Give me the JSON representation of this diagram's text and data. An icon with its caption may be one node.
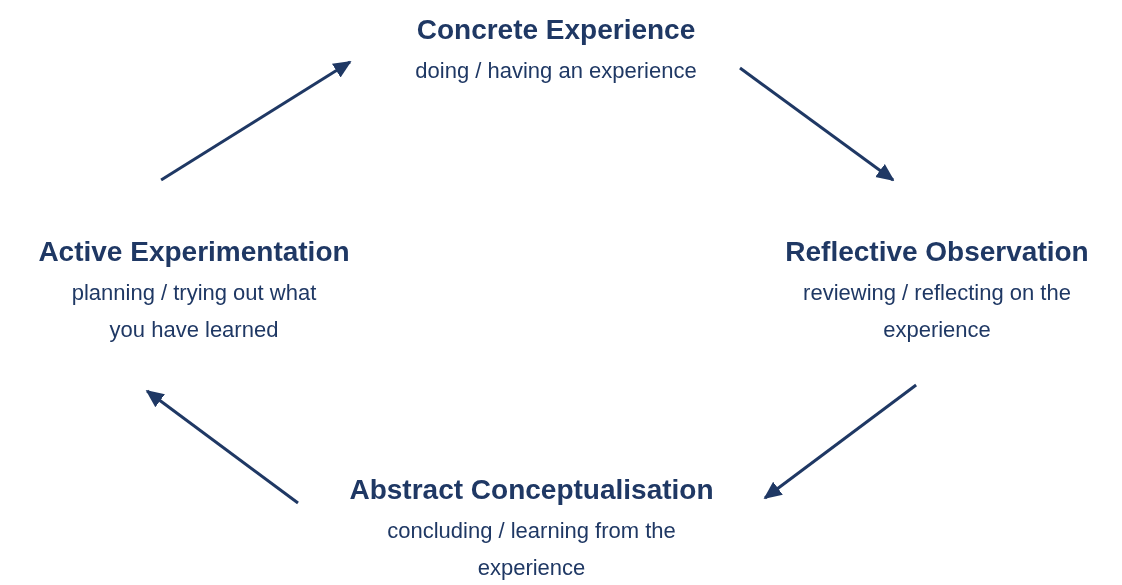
{
  "diagram": {
    "nodes": [
      {
        "text": [
          "Concrete Experience",
          "doing / having an experience"
        ]
      },
      {
        "text": [
          "Reflective Observation",
          "reviewing / reflecting on the experience"
        ]
      },
      {
        "text": [
          "Abstract Conceptualisation",
          "concluding / learning from the experience"
        ]
      },
      {
        "text": [
          "Active Experimentation",
          "planning / trying out what you have learned"
        ]
      }
    ],
    "edges": [
      {
        "from": 0,
        "to": 1,
        "arrow": "to"
      },
      {
        "from": 1,
        "to": 2,
        "arrow": "to"
      },
      {
        "from": 2,
        "to": 3,
        "arrow": "to"
      },
      {
        "from": 3,
        "to": 0,
        "arrow": "to"
      }
    ]
  }
}
